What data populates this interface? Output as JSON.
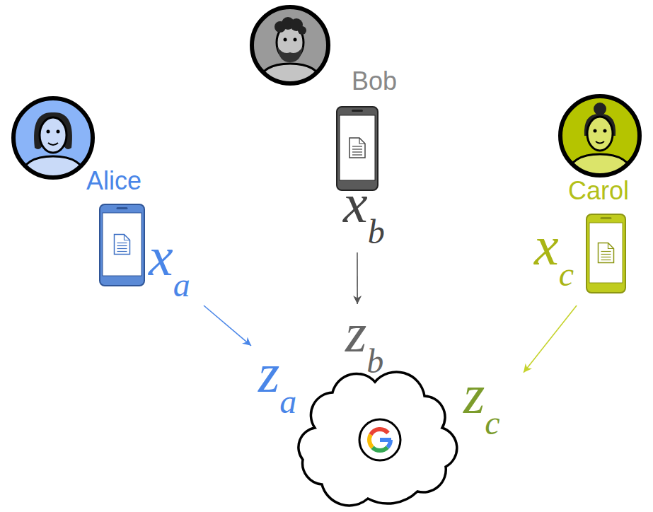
{
  "diagram": {
    "nodes": [
      {
        "text": [
          "Alice",
          "xa"
        ]
      },
      {
        "text": [
          "Bob",
          "xb"
        ]
      },
      {
        "text": [
          "Carol",
          "xc"
        ]
      },
      {
        "text": [
          "za",
          "zb",
          "zc"
        ]
      }
    ],
    "edges": [
      {
        "from": 0,
        "to": 3,
        "arrow": "to"
      },
      {
        "from": 1,
        "to": 3,
        "arrow": "to"
      },
      {
        "from": 2,
        "to": 3,
        "arrow": "to"
      }
    ]
  }
}
